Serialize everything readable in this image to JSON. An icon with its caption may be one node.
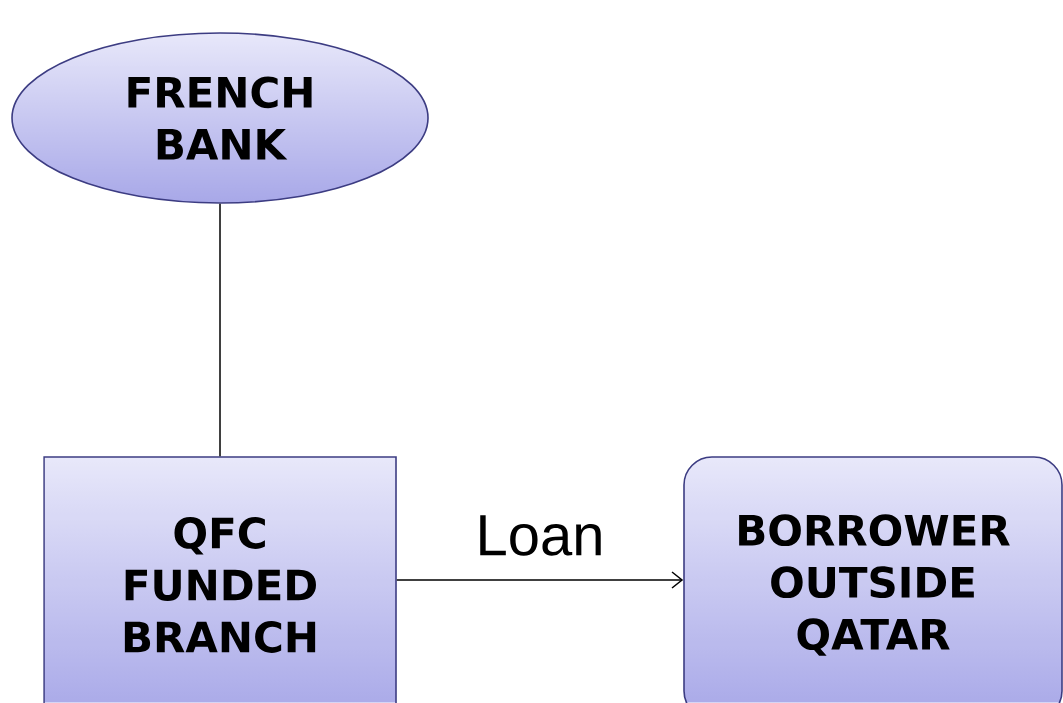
{
  "diagram": {
    "nodes": [
      {
        "text": [
          "FRENCH BANK"
        ]
      },
      {
        "text": [
          "QFC FUNDED BRANCH"
        ]
      },
      {
        "text": [
          "BORROWER OUTSIDE QATAR"
        ]
      }
    ],
    "edges": [
      {
        "from": 0,
        "to": 1,
        "arrow": "none"
      },
      {
        "from": 1,
        "to": 2,
        "arrow": "to",
        "label": "Loan"
      }
    ]
  }
}
